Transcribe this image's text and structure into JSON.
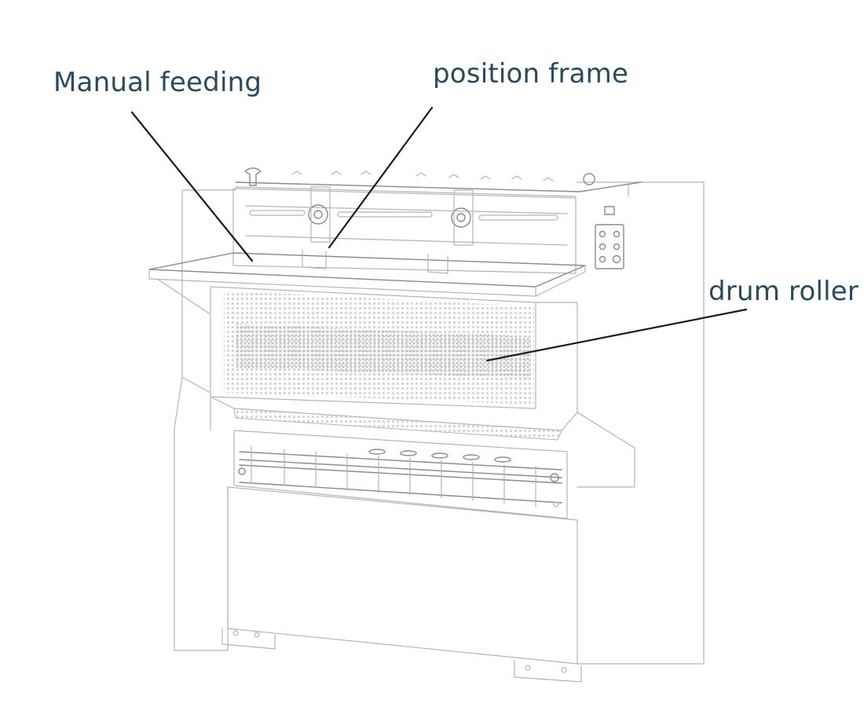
{
  "labels": {
    "manual_feeding": "Manual feeding",
    "position_frame": "position frame",
    "drum_roller": "drum roller"
  },
  "colors": {
    "label_text": "#2b4a5e",
    "pointer_line": "#1b1b1b",
    "sketch_line": "#b4b4b4"
  }
}
